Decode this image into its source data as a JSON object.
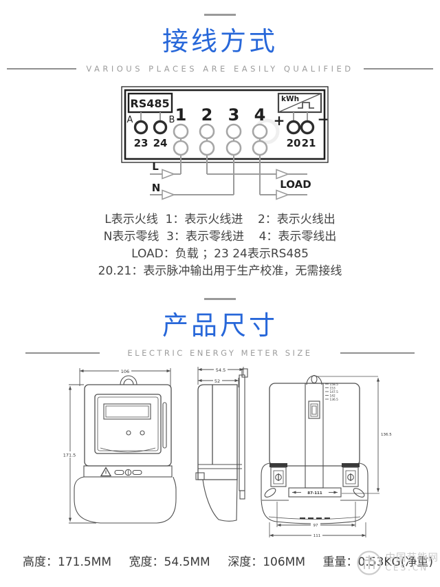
{
  "section_wiring": {
    "title": "接线方式",
    "subtitle": "VARIOUS PLACES ARE EASILY QUALIFIED",
    "diagram": {
      "rs485_label": "RS485",
      "port_a": "A",
      "port_b": "B",
      "terminal_23": "23",
      "terminal_24": "24",
      "terminals_1_4": [
        "1",
        "2",
        "3",
        "4"
      ],
      "kwh_label": "kWh",
      "plus": "+",
      "minus": "−",
      "terminal_20": "20",
      "terminal_21": "21",
      "live_label": "L",
      "neutral_label": "N",
      "load_label": "LOAD"
    },
    "notes": [
      "L表示火线  1：表示火线进    2：表示火线出",
      "N表示零线  3：表示零线进    4：表示零线出",
      "LOAD：负载 ；23 24表示RS485",
      "20.21：表示脉冲输出用于生产校准，无需接线"
    ]
  },
  "section_size": {
    "title": "产品尺寸",
    "subtitle": "ELECTRIC ENERGY METER SIZE",
    "front_view": {
      "width": "106",
      "height": "171.5"
    },
    "side_view": {
      "depth_total": "54.5",
      "depth_body": "52"
    },
    "back_view": {
      "hook_positions": [
        "158.5",
        "153",
        "147.5",
        "142",
        "136.5"
      ],
      "mount_height": "136.5",
      "rail_range": "87-111",
      "hole_span": "97",
      "base_width": "111"
    },
    "specs": [
      "高度：171.5MM",
      "宽度：54.5MM",
      "深度：106MM",
      "重量：0.53KG(净重)"
    ]
  },
  "watermark": {
    "name": "中国节能网",
    "domain": "CES.CN"
  }
}
